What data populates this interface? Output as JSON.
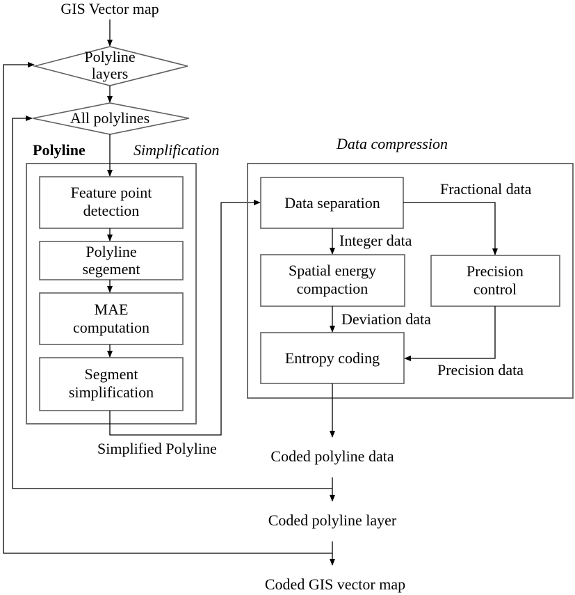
{
  "diagram": {
    "input_label": "GIS Vector map",
    "decision_layers": [
      "Polyline",
      "layers"
    ],
    "decision_polylines": "All polylines",
    "simplification": {
      "heading_bold": "Polyline",
      "heading_italic": "Simplification",
      "steps": [
        [
          "Feature point",
          "detection"
        ],
        [
          "Polyline",
          "segement"
        ],
        [
          "MAE",
          "computation"
        ],
        [
          "Segment",
          "simplification"
        ]
      ]
    },
    "compression": {
      "heading": "Data compression",
      "data_separation": "Data separation",
      "spatial_energy": [
        "Spatial energy",
        "compaction"
      ],
      "precision_control": [
        "Precision",
        "control"
      ],
      "entropy_coding": "Entropy coding"
    },
    "edge_labels": {
      "fractional_data": "Fractional data",
      "integer_data": "Integer data",
      "deviation_data": "Deviation data",
      "precision_data": "Precision data",
      "simplified_polyline": "Simplified Polyline"
    },
    "outputs": {
      "coded_polyline_data": "Coded polyline data",
      "coded_polyline_layer": "Coded polyline layer",
      "coded_gis_vector_map": "Coded GIS vector map"
    }
  }
}
